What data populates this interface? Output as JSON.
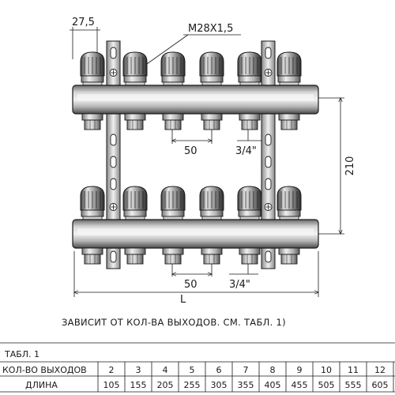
{
  "dimensions": {
    "side_offset": "27,5",
    "thread": "M28X1,5",
    "height": "210",
    "pitch_top": "50",
    "outlet_top": "3/4\"",
    "pitch_bottom": "50",
    "outlet_bottom": "3/4\"",
    "length_symbol": "L"
  },
  "note": "ЗАВИСИТ ОТ КОЛ-ВА ВЫХОДОВ. СМ. ТАБЛ. 1)",
  "table": {
    "title": "ТАБЛ. 1",
    "row1_label": "КОЛ-ВО ВЫХОДОВ",
    "row2_label": "ДЛИНА",
    "outlets": [
      "2",
      "3",
      "4",
      "5",
      "6",
      "7",
      "8",
      "9",
      "10",
      "11",
      "12"
    ],
    "lengths": [
      "105",
      "155",
      "205",
      "255",
      "305",
      "355",
      "405",
      "455",
      "505",
      "555",
      "605"
    ]
  },
  "colors": {
    "line": "#1a1a1a",
    "bar_dark": "#5a5a5a",
    "bar_light": "#e6e6e6",
    "metal_mid": "#a8a8a8"
  }
}
